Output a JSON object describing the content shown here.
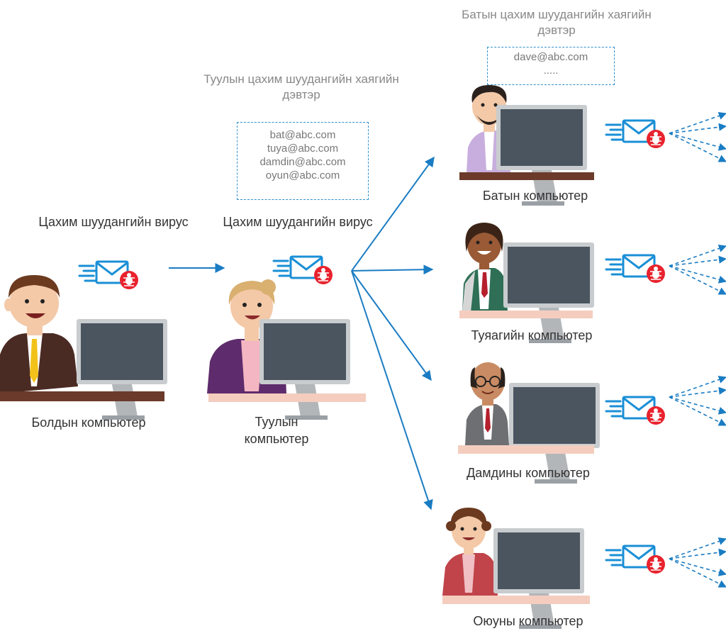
{
  "virus_label_1": "Цахим шуудангийн вирус",
  "virus_label_2": "Цахим шуудангийн вирус",
  "tuul_book": {
    "title": "Туулын цахим шуудангийн хаягийн дэвтэр",
    "addresses": [
      "bat@abc.com",
      "tuya@abc.com",
      "damdin@abc.com",
      "oyun@abc.com"
    ]
  },
  "bat_book": {
    "title": "Батын цахим шуудангийн хаягийн дэвтэр",
    "addresses": [
      "dave@abc.com",
      "....."
    ]
  },
  "computers": {
    "bold": "Болдын компьютер",
    "tuul": "Туулын компьютер",
    "bat": "Батын компьютер",
    "tuya": "Туяагийн компьютер",
    "damdin": "Дамдины компьютер",
    "oyun": "Оюуны компьютер"
  },
  "colors": {
    "arrow": "#1a7cc3",
    "envelope": "#1a8fd6",
    "bug": "#e8232e",
    "monitor": "#4a5560",
    "monitor_frame": "#c9ccce",
    "desk": "#6b3a2a"
  }
}
